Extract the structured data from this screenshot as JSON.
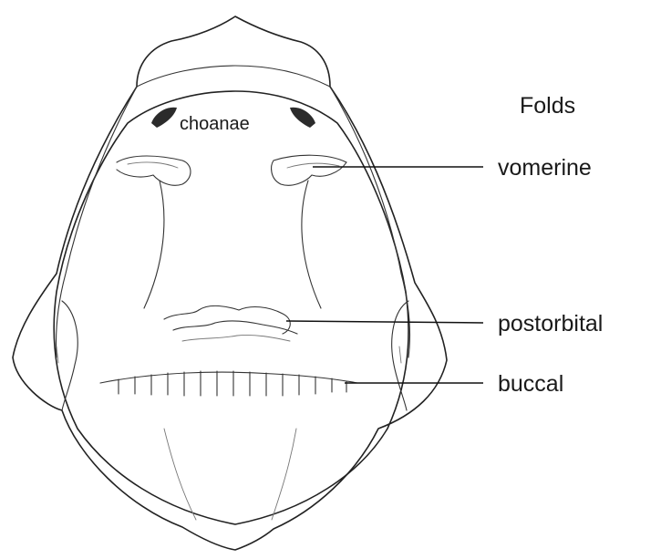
{
  "diagram": {
    "heading": "Folds",
    "choanae_label": "choanae",
    "labels": {
      "vomerine": "vomerine",
      "postorbital": "postorbital",
      "buccal": "buccal"
    }
  },
  "colors": {
    "line": "#222222",
    "choana_fill": "#2b2b2b",
    "background": "#ffffff"
  }
}
